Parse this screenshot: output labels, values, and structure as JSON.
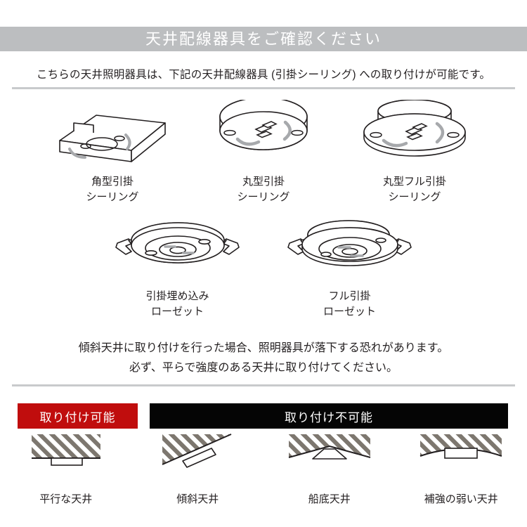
{
  "header": {
    "title": "天井配線器具をご確認ください",
    "bar_color": "#bcbec0"
  },
  "intro": {
    "text": "こちらの天井照明器具は、下記の天井配線器具 (引掛シーリング) への取り付けが可能です。"
  },
  "fixtures": {
    "row1": [
      {
        "id": "square-hook-ceiling",
        "label": "角型引掛\nシーリング"
      },
      {
        "id": "round-hook-ceiling",
        "label": "丸型引掛\nシーリング"
      },
      {
        "id": "round-full-hook-ceiling",
        "label": "丸型フル引掛\nシーリング"
      }
    ],
    "row2": [
      {
        "id": "embedded-hook-rosette",
        "label": "引掛埋め込み\nローゼット"
      },
      {
        "id": "full-hook-rosette",
        "label": "フル引掛\nローゼット"
      }
    ]
  },
  "warning": {
    "line1": "傾斜天井に取り付けを行った場合、照明器具が落下する恐れがあります。",
    "line2": "必ず、平らで強度のある天井に取り付けてください。"
  },
  "banners": {
    "ok": {
      "label": "取り付け可能",
      "color": "#c00d0d"
    },
    "ng": {
      "label": "取り付け不可能",
      "color": "#050505"
    }
  },
  "cases": [
    {
      "id": "flat-ceiling",
      "label": "平行な天井",
      "allowed": true
    },
    {
      "id": "slanted-ceiling",
      "label": "傾斜天井",
      "allowed": false
    },
    {
      "id": "boat-bottom-ceiling",
      "label": "船底天井",
      "allowed": false
    },
    {
      "id": "weak-reinforcement-ceiling",
      "label": "補強の弱い天井",
      "allowed": false
    }
  ],
  "colors": {
    "hatch": "#7d776f",
    "line": "#231f20",
    "divider": "#c8cacc"
  }
}
